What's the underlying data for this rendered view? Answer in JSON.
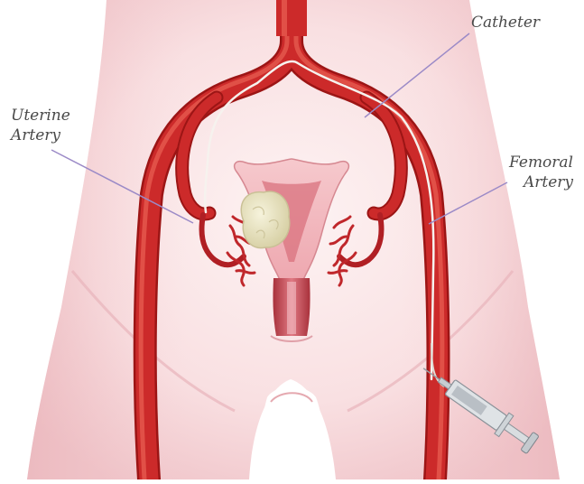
{
  "labels": {
    "catheter": "Catheter",
    "uterine_line1": "Uterine",
    "uterine_line2": "Artery",
    "femoral_line1": "Femoral",
    "femoral_line2": "Artery"
  },
  "colors": {
    "skin_light": "#fdf1f1",
    "skin_mid": "#f6d3d6",
    "skin_shadow": "#eab5bb",
    "artery": "#cc2a2a",
    "artery_dark": "#9c1515",
    "artery_highlight": "#e65a4f",
    "uterus": "#f2b9bf",
    "uterus_inner": "#c65a66",
    "fibroid": "#e8e3c2",
    "leader_line": "#9b8ac7",
    "catheter": "#f3f0ec",
    "text": "#4a4a4a"
  },
  "icons": {
    "syringe": "syringe-icon"
  }
}
